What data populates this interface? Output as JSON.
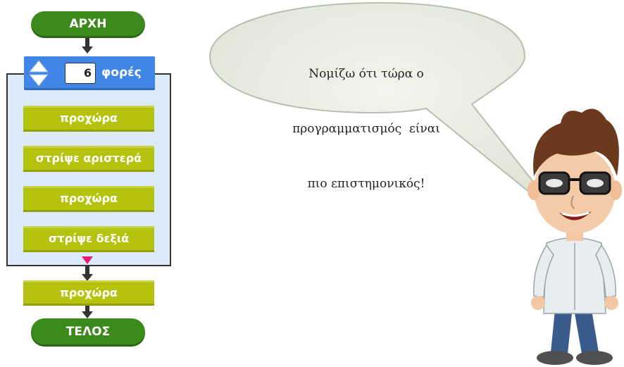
{
  "flowchart": {
    "start_label": "ΑΡΧΗ",
    "loop": {
      "count": "6",
      "times_label": "φορές"
    },
    "loop_blocks": [
      "προχώρα",
      "στρίψε αριστερά",
      "προχώρα",
      "στρίψε δεξιά"
    ],
    "after_block": "προχώρα",
    "end_label": "ΤΕΛΟΣ"
  },
  "speech": {
    "line1": "Νομίζω ότι τώρα ο",
    "line2": "προγραμματισμός  είναι",
    "line3": "πιο επιστημονικός!"
  },
  "colors": {
    "start_end": "#3d8a1c",
    "command_block": "#b6c30c",
    "loop_header": "#3f86e6",
    "loop_body": "#dcebfa",
    "bubble": "#e9ece2"
  }
}
